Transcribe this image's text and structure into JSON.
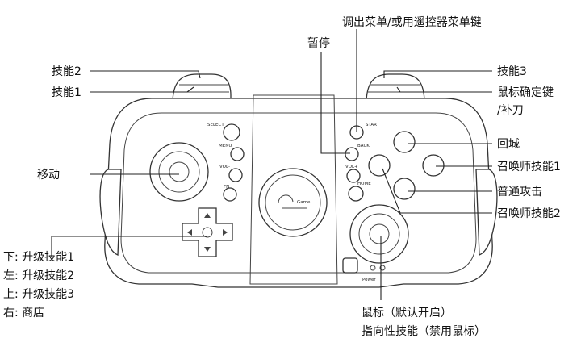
{
  "labels": {
    "skill2": "技能2",
    "skill1": "技能1",
    "pause": "暂停",
    "menu_call": "调出菜单/或用遥控器菜单键",
    "skill3": "技能3",
    "mouse_confirm": "鼠标确定键",
    "last_hit": "/补刀",
    "recall": "回城",
    "summoner1": "召唤师技能1",
    "move": "移动",
    "basic_attack": "普通攻击",
    "summoner2": "召唤师技能2",
    "dpad_down": "下: 升级技能1",
    "dpad_left": "左: 升级技能2",
    "dpad_up": "上: 升级技能3",
    "dpad_right": "右: 商店",
    "mouse_default": "鼠标（默认开启）",
    "directional_skill": "指向性技能（禁用鼠标）"
  },
  "controller": {
    "select": "SELECT",
    "menu": "MENU",
    "vol_minus": "VOL-",
    "fn": "FN",
    "start": "START",
    "back": "BACK",
    "vol_plus": "VOL+",
    "home": "HOME",
    "power": "Power",
    "logo_text": "Game"
  },
  "colors": {
    "outline": "#333333",
    "text": "#111111"
  }
}
